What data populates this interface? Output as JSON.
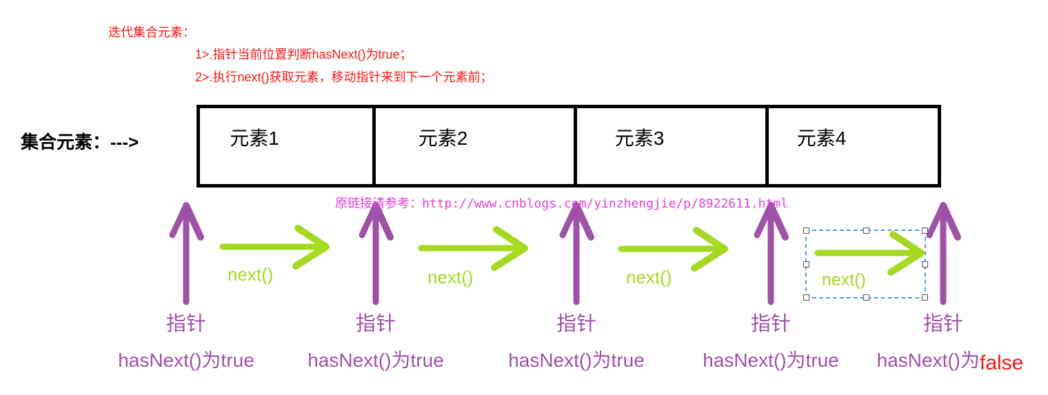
{
  "notes": {
    "heading": "迭代集合元素：",
    "step1": "1>.指针当前位置判断hasNext()为true；",
    "step2": "2>.执行next()获取元素，移动指针来到下一个元素前；"
  },
  "collection": {
    "label": "集合元素：--->"
  },
  "table": {
    "cells": [
      "元素1",
      "元素2",
      "元素3",
      "元素4"
    ]
  },
  "watermark": {
    "text": "原链接请参考：http://www.cnblogs.com/yinzhengjie/p/8922611.html"
  },
  "next_arrows": [
    {
      "label": "next()"
    },
    {
      "label": "next()"
    },
    {
      "label": "next()"
    },
    {
      "label": "next()",
      "selected": "true"
    }
  ],
  "pointers": [
    {
      "name": "指针",
      "status": "hasNext()为true"
    },
    {
      "name": "指针",
      "status": "hasNext()为true"
    },
    {
      "name": "指针",
      "status": "hasNext()为true"
    },
    {
      "name": "指针",
      "status": "hasNext()为true"
    },
    {
      "name": "指针",
      "status_prefix": "hasNext()为",
      "status_suffix": "false"
    }
  ],
  "colors": {
    "red": "#ff1414",
    "purple": "#9e51a6",
    "green": "#a6d821",
    "magenta": "#e23fd7",
    "selection_blue": "#4d9fdb",
    "table_border": "#000000"
  }
}
